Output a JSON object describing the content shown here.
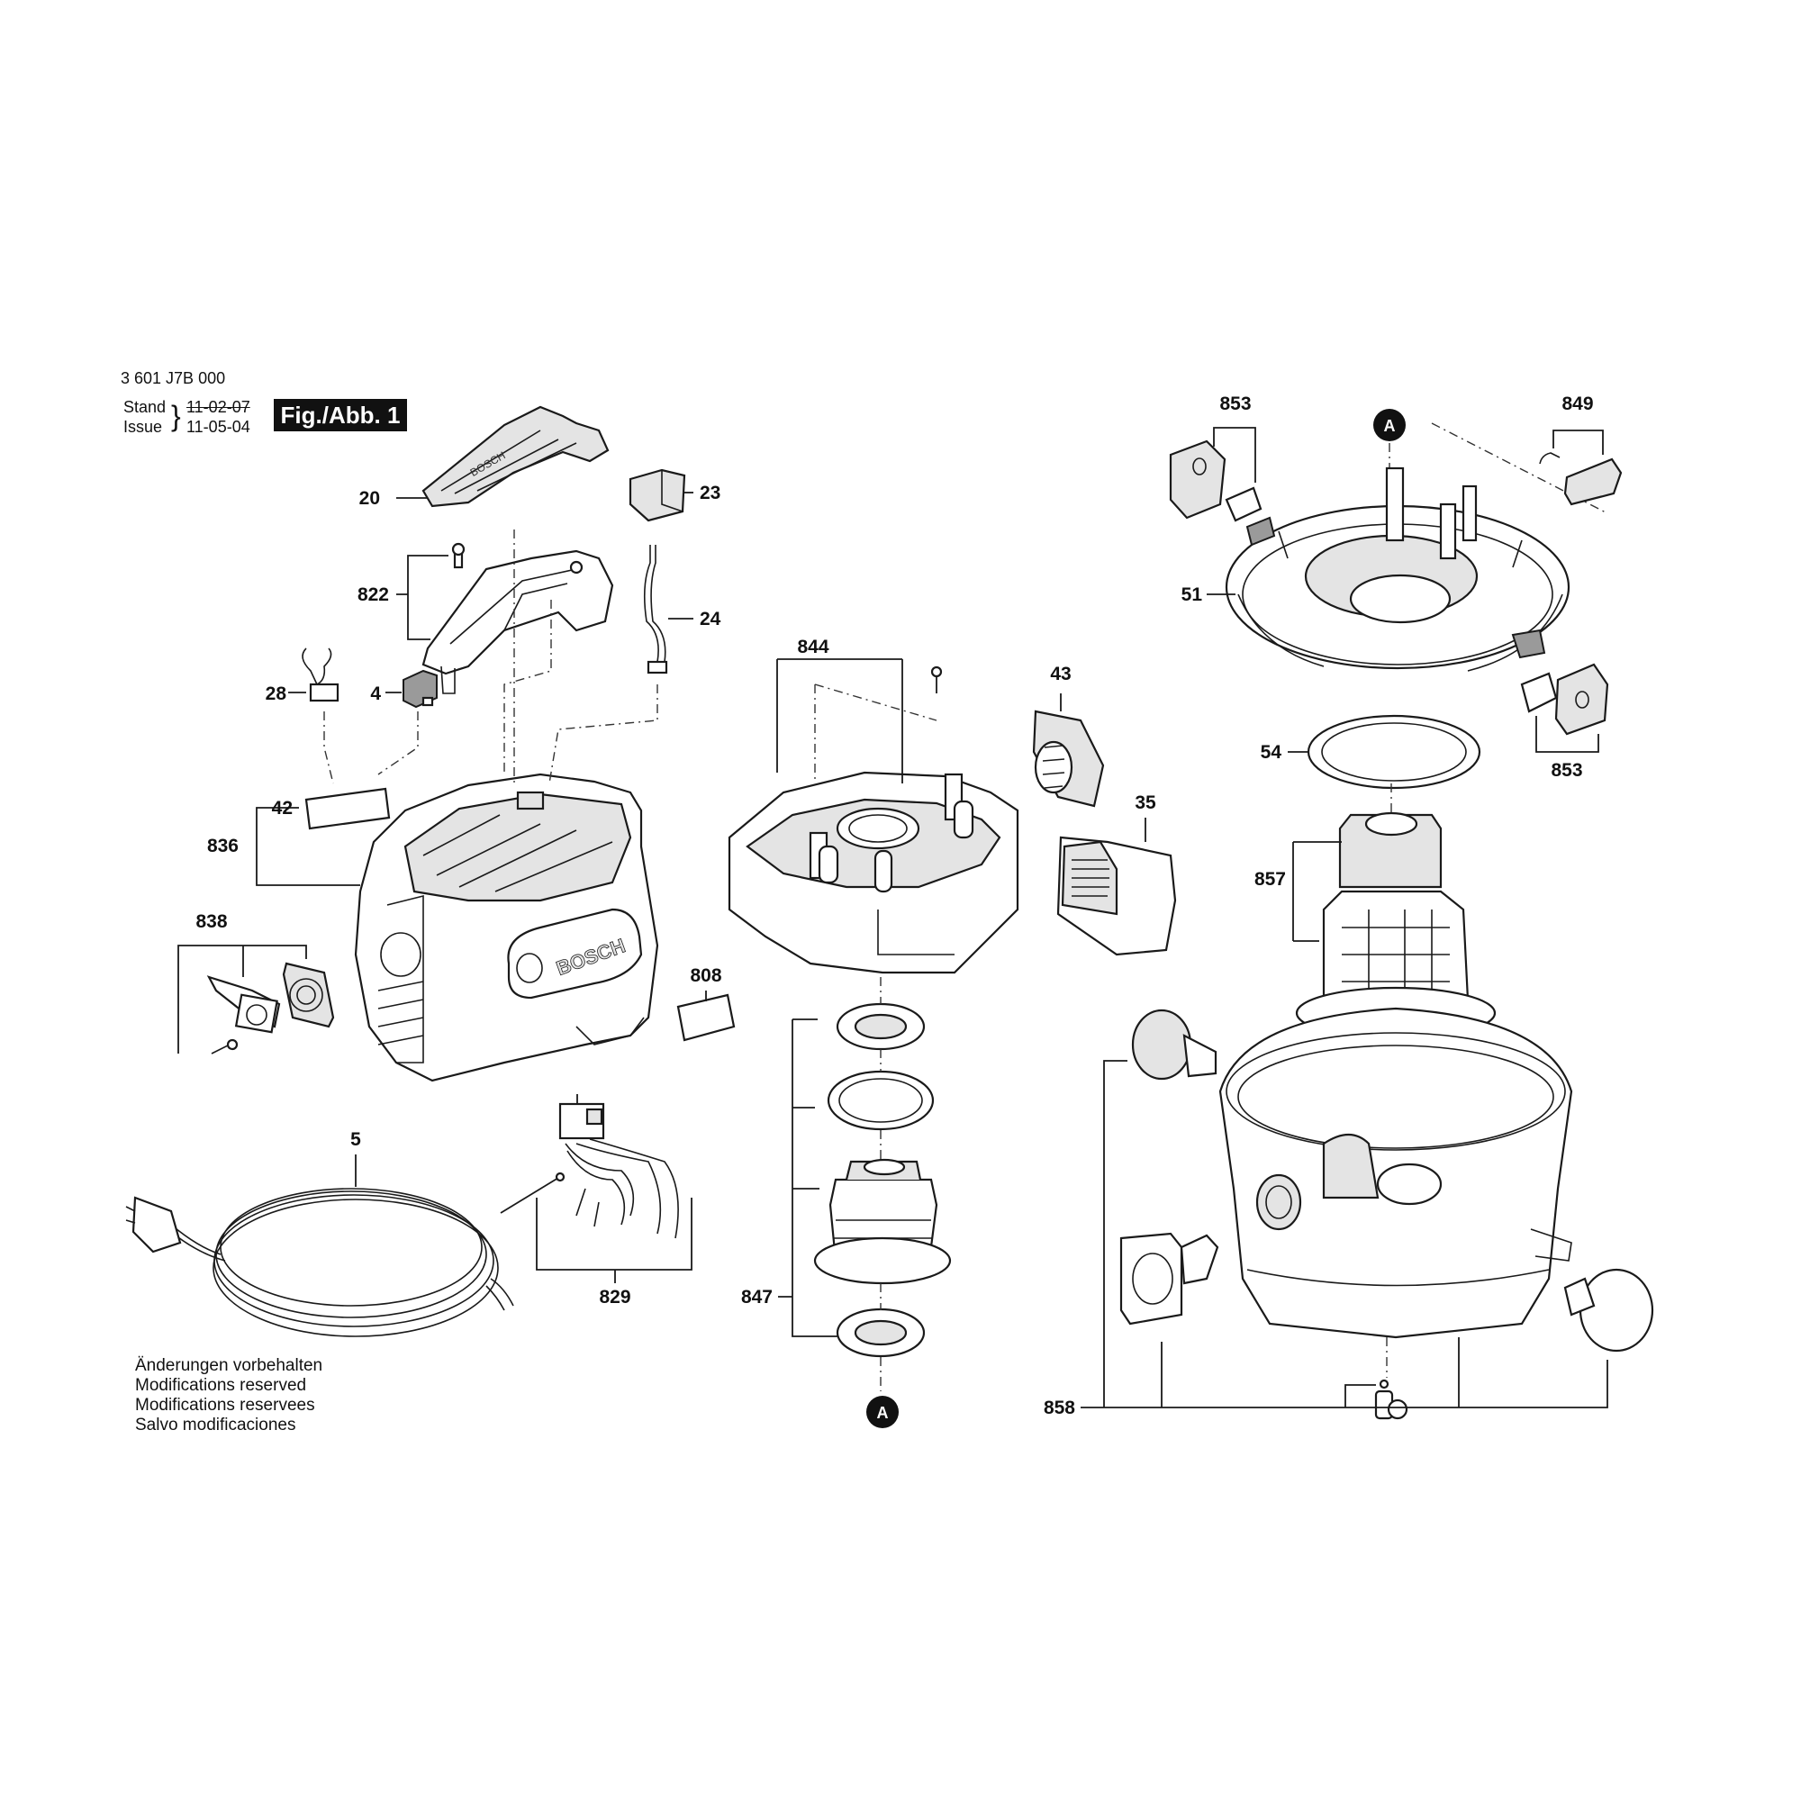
{
  "header": {
    "part_number": "3 601 J7B 000",
    "stand_label": "Stand",
    "issue_label": "Issue",
    "stand_date": "11-02-07",
    "issue_date": "11-05-04",
    "figure_label": "Fig./Abb. 1"
  },
  "callouts": {
    "c20": "20",
    "c23": "23",
    "c24": "24",
    "c822": "822",
    "c28": "28",
    "c4": "4",
    "c42": "42",
    "c836": "836",
    "c838": "838",
    "c808": "808",
    "c5": "5",
    "c829": "829",
    "c844": "844",
    "c43": "43",
    "c35": "35",
    "c847": "847",
    "c853a": "853",
    "c849": "849",
    "c51": "51",
    "c54": "54",
    "c853b": "853",
    "c857": "857",
    "c858": "858"
  },
  "references": {
    "ref_top": "A",
    "ref_bottom": "A"
  },
  "brand_mark": "BOSCH",
  "notes": [
    "Änderungen vorbehalten",
    "Modifications reserved",
    "Modifications reservees",
    "Salvo modificaciones"
  ],
  "colors": {
    "line": "#1a1a1a",
    "fill_light": "#e4e4e4",
    "badge_bg": "#111111"
  }
}
